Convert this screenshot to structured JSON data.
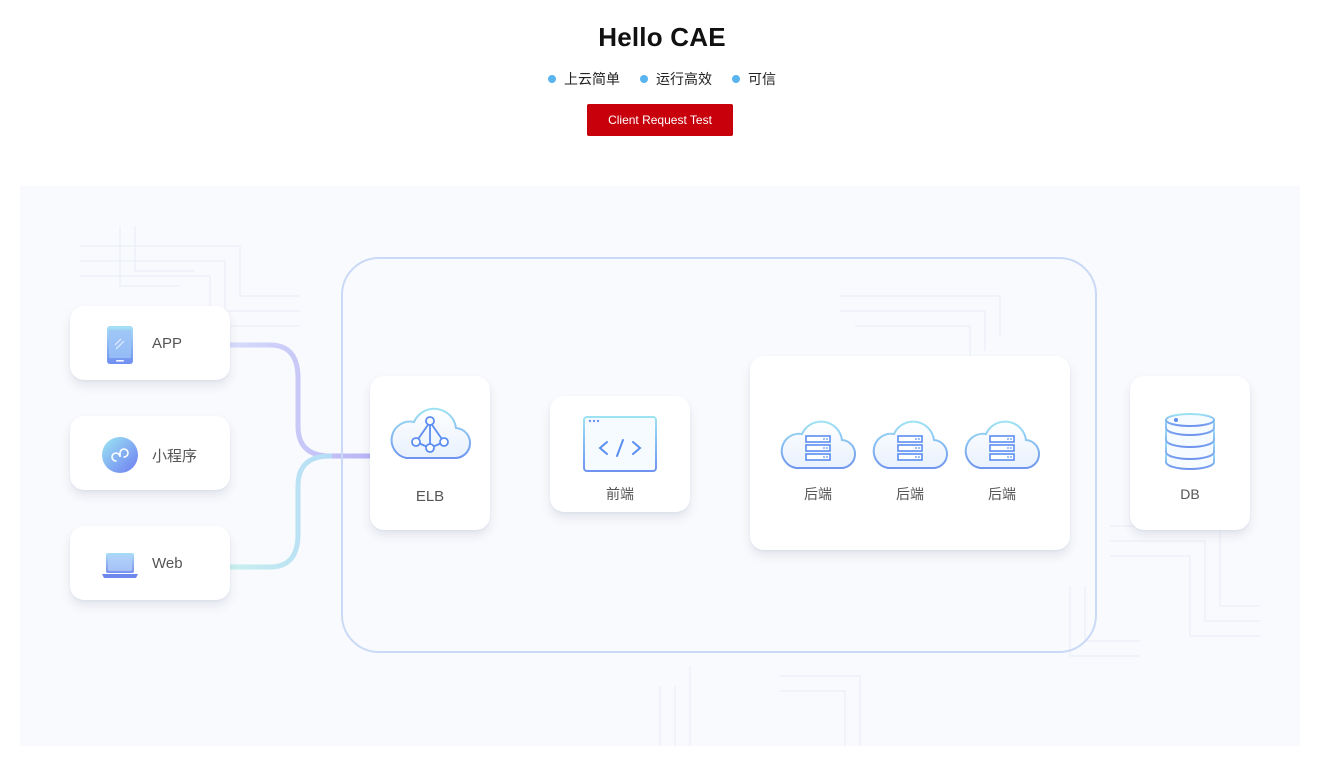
{
  "header": {
    "title": "Hello CAE",
    "features": [
      "上云简单",
      "运行高效",
      "可信"
    ],
    "button_label": "Client Request Test"
  },
  "colors": {
    "accent": "#c7000b",
    "feature_dot": "#5ab4f0",
    "group_border": "#c9d9f6",
    "icon_blue": "#5b8ef0"
  },
  "diagram": {
    "clients": [
      {
        "label": "APP",
        "icon": "mobile-phone-icon"
      },
      {
        "label": "小程序",
        "icon": "mini-program-icon"
      },
      {
        "label": "Web",
        "icon": "laptop-icon"
      }
    ],
    "elb": {
      "label": "ELB",
      "icon": "cloud-load-balancer-icon"
    },
    "frontend": {
      "label": "前端",
      "icon": "code-window-icon"
    },
    "backends": [
      {
        "label": "后端",
        "icon": "cloud-server-icon"
      },
      {
        "label": "后端",
        "icon": "cloud-server-icon"
      },
      {
        "label": "后端",
        "icon": "cloud-server-icon"
      }
    ],
    "db": {
      "label": "DB",
      "icon": "database-icon"
    }
  }
}
